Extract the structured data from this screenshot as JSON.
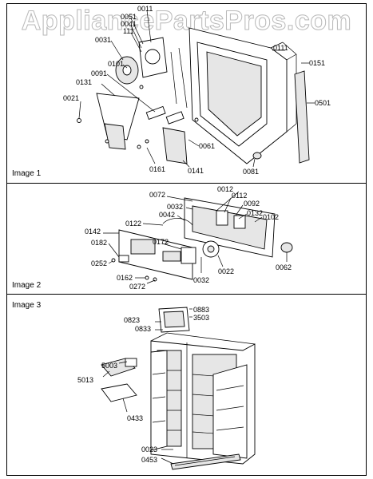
{
  "watermark": "AppliancePartsPros.com",
  "panels": [
    {
      "label": "Image 1",
      "parts": [
        "0011",
        "0051",
        "0041",
        "111",
        "0031",
        "0101",
        "0091",
        "0131",
        "0021",
        "0111",
        "0151",
        "0501",
        "0061",
        "0161",
        "0141",
        "0081"
      ]
    },
    {
      "label": "Image 2",
      "parts": [
        "0072",
        "0012",
        "0112",
        "0092",
        "0032",
        "0042",
        "0132",
        "0102",
        "0122",
        "0142",
        "0182",
        "0172",
        "0252",
        "0022",
        "0062",
        "0162",
        "0272",
        "0032"
      ]
    },
    {
      "label": "Image 3",
      "parts": [
        "0883",
        "0823",
        "3503",
        "0833",
        "5003",
        "5013",
        "0433",
        "0023",
        "0453"
      ]
    }
  ]
}
